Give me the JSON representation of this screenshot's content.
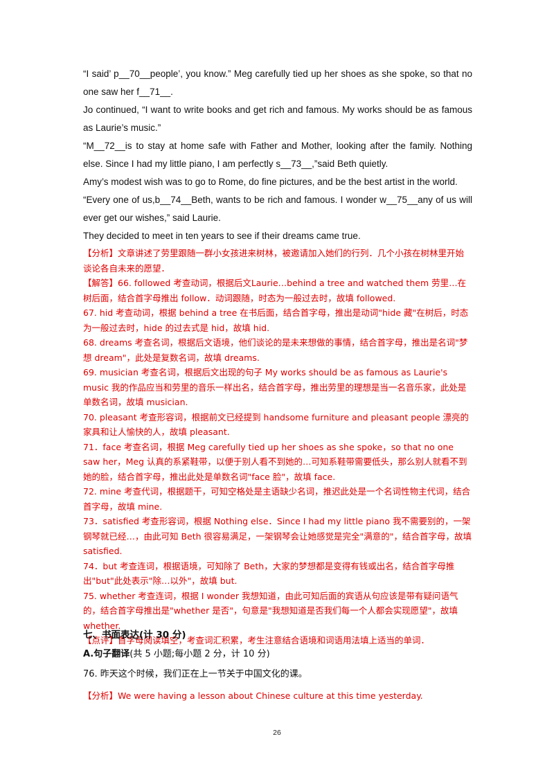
{
  "story": [
    "“I said’ p__70__people’, you know.” Meg carefully tied up her shoes as she spoke, so that no one saw her f__71__.",
    " Jo continued, “I want to write books and get rich and famous. My works should be as famous as Laurie’s music.”",
    "“M__72__is to stay at home safe with Father and Mother, looking after the family. Nothing else. Since I had my little piano, I am perfectly s__73__,”said Beth quietly.",
    " Amy’s modest wish was to go to Rome, do fine pictures, and be the best artist in the world.",
    " “Every one of us,b__74__Beth, wants to be rich and famous. I wonder w__75__any of us will ever get our wishes,” said Laurie.",
    " They decided to meet in ten years to see if their dreams came true."
  ],
  "answers": [
    "【分析】文章讲述了劳里跟随一群小女孩进来树林，被邀请加入她们的行列．几个小孩在树林里开始谈论各自未来的愿望．",
    "【解答】66. followed 考查动词，根据后文Laurie…behind a tree and watched them 劳里…在树后面，结合首字母推出 follow．动词跟随，时态为一般过去时，故填 followed.",
    "67. hid 考查动词，根据 behind a tree 在书后面，结合首字母，推出是动词\"hide 藏\"在树后，时态为一般过去时，hide 的过去式是 hid，故填 hid.",
    "68. dreams 考查名词，根据后文语境，他们谈论的是未来想做的事情，结合首字母，推出是名词\"梦想 dream\"，此处是复数名词，故填 dreams.",
    "69. musician 考查名词，根据后文出现的句子 My works should be as famous as Laurie's music 我的作品应当和劳里的音乐一样出名，结合首字母，推出劳里的理想是当一名音乐家，此处是单数名词，故填 musician.",
    "70. pleasant 考查形容词，根据前文已经提到 handsome furniture and pleasant people 漂亮的家具和让人愉快的人，故填 pleasant.",
    "71．face 考查名词，根据 Meg carefully tied up her shoes as she spoke，so that no one saw her，Meg 认真的系紧鞋带，以便于别人看不到她的…可知系鞋带需要低头，那么别人就看不到她的脸，结合首字母，推出此处是单数名词\"face 脸\"，故填 face.",
    "72. mine 考查代词，根据题干，可知空格处是主语缺少名词，推迟此处是一个名词性物主代词，结合首字母，故填 mine.",
    "73．satisfied 考查形容词，根据 Nothing else．Since I had my little piano 我不需要别的，一架钢琴就已经…，由此可知 Beth 很容易满足，一架钢琴会让她感觉是完全\"满意的\"，结合首字母，故填 satisfied.",
    "74．but 考查连词，根据语境，可知除了 Beth，大家的梦想都是变得有钱或出名，结合首字母推出\"but\"此处表示\"除…以外\"，故填 but.",
    "75. whether 考查连词，根据 I wonder 我想知道，由此可知后面的宾语从句应该是带有疑问语气的，结合首字母推出是\"whether 是否\"，句意是\"我想知道是否我们每一个人都会实现愿望\"，故填 whether.",
    "【点评】首字母阅读填空，考查词汇积累，考生注意结合语境和词语用法填上适当的单词．"
  ],
  "section_title": "七、书面表达(计 30 分)",
  "subsection_bold": "A.句子翻译",
  "subsection_rest": "(共 5 小题;每小题 2 分，计 10 分)",
  "question_76": "76. 昨天这个时候，我们正在上一节关于中国文化的课。",
  "analysis_76": "【分析】We were having a lesson about Chinese culture at this time yesterday.",
  "page_number": "26"
}
